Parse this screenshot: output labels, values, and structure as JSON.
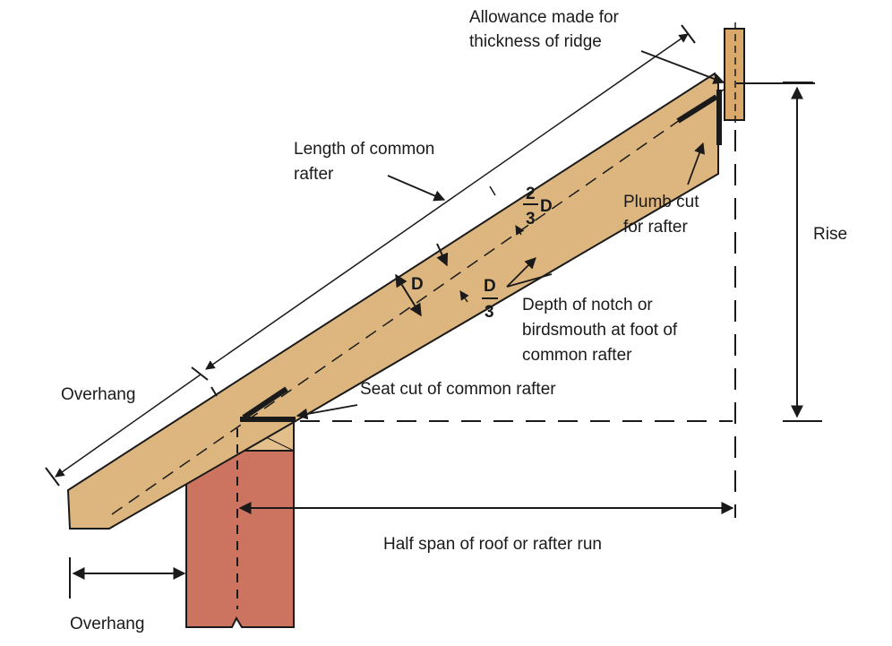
{
  "labels": {
    "allowance_1": "Allowance made for",
    "allowance_2": "thickness of ridge",
    "length_1": "Length of common",
    "length_2": "rafter",
    "plumb_1": "Plumb cut",
    "plumb_2": "for rafter",
    "rise": "Rise",
    "two": "2",
    "three_top": "3",
    "d_upper": "D",
    "d_main": "D",
    "d_lower": "D",
    "three_lower": "3",
    "depth_1": "Depth of notch or",
    "depth_2": "birdsmouth at foot of",
    "depth_3": "common rafter",
    "overhang_upper": "Overhang",
    "seat_cut": "Seat cut of common rafter",
    "half_span": "Half span of roof or rafter run",
    "overhang_lower": "Overhang"
  },
  "colors": {
    "rafter": "#DDB57E",
    "ridge": "#D9A86A",
    "post": "#CC7460",
    "plate": "#E3BF8C",
    "line": "#1a1a1a"
  }
}
